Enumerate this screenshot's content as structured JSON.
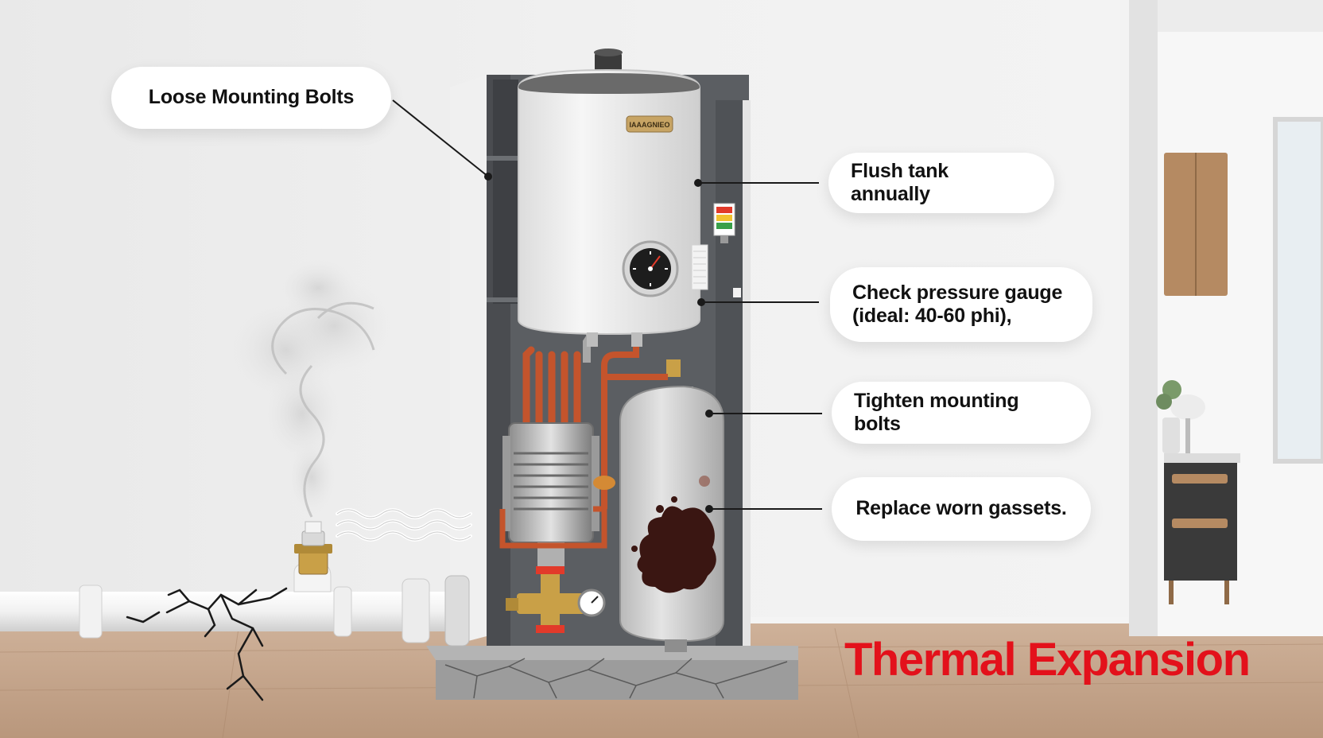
{
  "title": "Thermal Expansion",
  "callouts": {
    "loose_bolts": "Loose Mounting Bolts",
    "flush": "Flush tank annually",
    "pressure_line1": "Check pressure gauge",
    "pressure_line2": "(ideal: 40-60 phi),",
    "tighten": "Tighten mounting bolts",
    "gaskets": "Replace worn gassets."
  },
  "heater_badge": "IAAAGNIEO",
  "colors": {
    "title_red": "#e3111b",
    "wall": "#ececec",
    "floor": "#d7b9a0",
    "copper": "#c8552d",
    "brass": "#c9a047",
    "rust": "#3a1612"
  },
  "icons": [
    "steam-icon",
    "heat-wave-icon",
    "pressure-gauge-icon",
    "warning-color-strip-icon",
    "crack-icon"
  ]
}
